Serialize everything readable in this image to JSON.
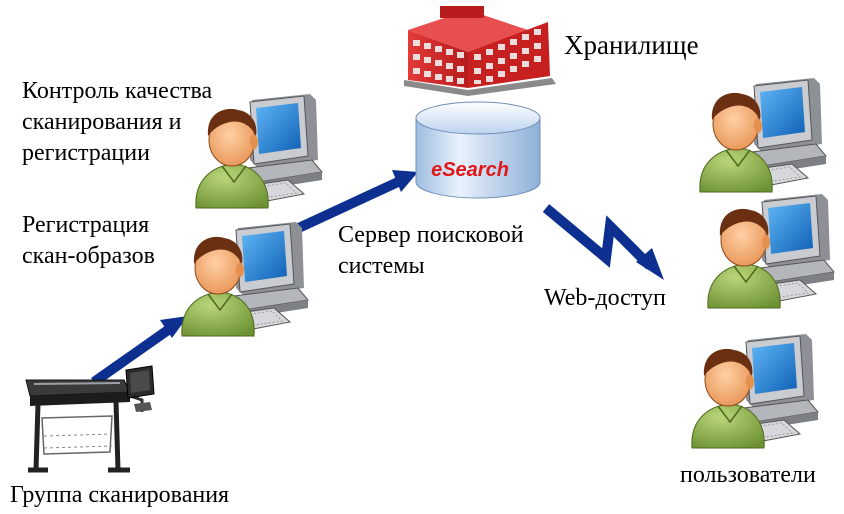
{
  "labels": {
    "storage": "Хранилище",
    "quality_control": [
      "Контроль качества",
      "сканирования и",
      "регистрации"
    ],
    "registration": [
      "Регистрация",
      "скан-образов"
    ],
    "server": [
      "Сервер поисковой",
      "системы"
    ],
    "web_access": "Web-доступ",
    "users": "пользователи",
    "scan_group": "Группа сканирования"
  },
  "db_label": "eSearch",
  "colors": {
    "arrow": "#0d2f8f",
    "building_red": "#d42a2a",
    "db_body": "#d7e6f7",
    "db_text": "#e01818",
    "monitor": "#bfc2c6",
    "screen": "#1e7fd8",
    "shirt": "#8cb04a",
    "skin": "#f2a96e",
    "hair": "#6b2f12"
  },
  "icons": {
    "building": "office-building-icon",
    "database": "database-cylinder-icon",
    "workstation_user": "user-workstation-icon",
    "scanner": "wide-format-scanner-icon"
  }
}
